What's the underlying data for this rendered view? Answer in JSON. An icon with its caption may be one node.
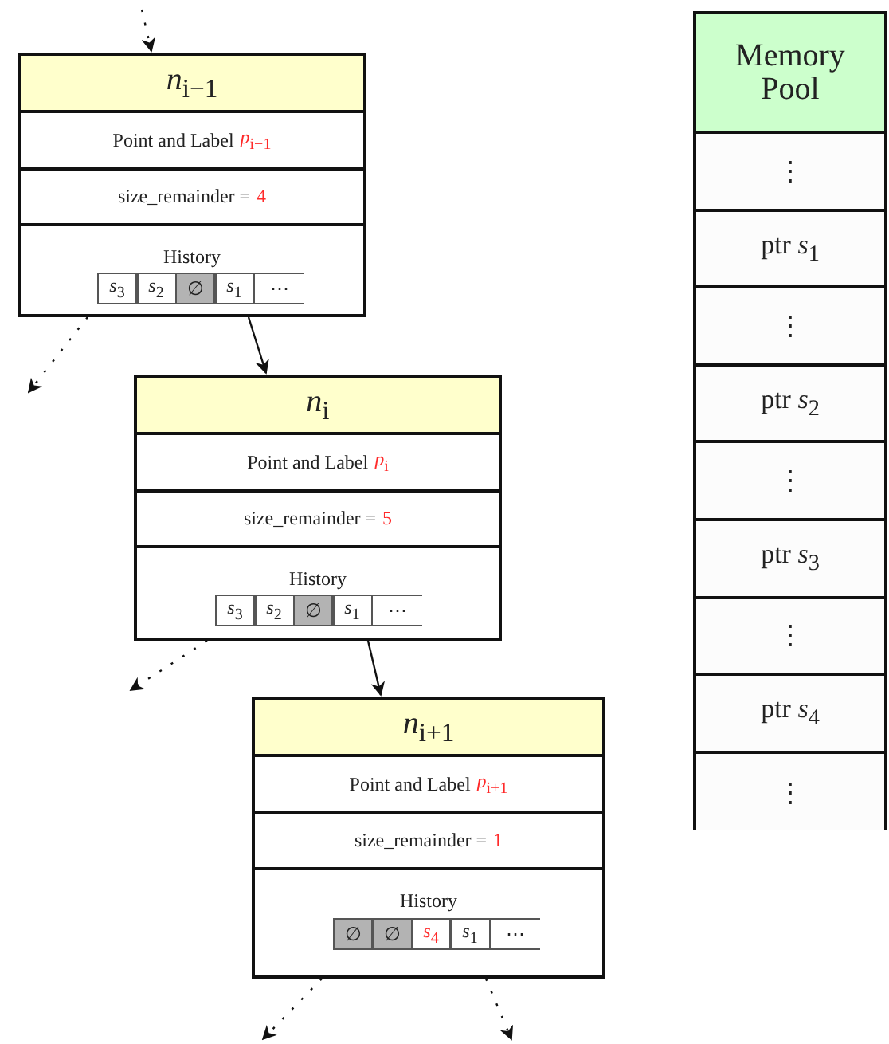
{
  "diagram": {
    "nodes": [
      {
        "text": [],
        "shape": "box"
      },
      {
        "text": [
          "*n*$_{i−1}$"
        ],
        "in": 0
      },
      {
        "text": [
          "Point and Label",
          "*p*$_{i−1}$"
        ],
        "in": 0
      },
      {
        "text": [
          "size_remainder =",
          "4"
        ],
        "in": 0
      },
      {
        "text": [
          "History"
        ],
        "in": 0
      },
      {
        "text": [
          "*s*$_{3}$"
        ],
        "in": 4
      },
      {
        "text": [
          "*s*$_{2}$"
        ],
        "in": 4
      },
      {
        "text": [
          "∅"
        ],
        "in": 4
      },
      {
        "text": [
          "*s*$_{1}$"
        ],
        "in": 4
      },
      {
        "text": [
          "⋯"
        ],
        "in": 4
      },
      {
        "text": [],
        "shape": "box"
      },
      {
        "text": [
          "*n*$_{i}$"
        ],
        "in": 10
      },
      {
        "text": [
          "Point and Label",
          "*p*$_{i}$"
        ],
        "in": 10
      },
      {
        "text": [
          "size_remainder =",
          "5"
        ],
        "in": 10
      },
      {
        "text": [
          "History"
        ],
        "in": 10
      },
      {
        "text": [
          "*s*$_{3}$"
        ],
        "in": 14
      },
      {
        "text": [
          "*s*$_{2}$"
        ],
        "in": 14
      },
      {
        "text": [
          "∅"
        ],
        "in": 14
      },
      {
        "text": [
          "*s*$_{1}$"
        ],
        "in": 14
      },
      {
        "text": [
          "⋯"
        ],
        "in": 14
      },
      {
        "text": [],
        "shape": "box"
      },
      {
        "text": [
          "*n*$_{i+1}$"
        ],
        "in": 20
      },
      {
        "text": [
          "Point and Label",
          "*p*$_{i+1}$"
        ],
        "in": 20
      },
      {
        "text": [
          "size_remainder =",
          "1"
        ],
        "in": 20
      },
      {
        "text": [
          "History"
        ],
        "in": 20
      },
      {
        "text": [
          "∅"
        ],
        "in": 24
      },
      {
        "text": [
          "∅"
        ],
        "in": 24
      },
      {
        "text": [
          "*s*$_{4}$"
        ],
        "in": 24
      },
      {
        "text": [
          "*s*$_{1}$"
        ],
        "in": 24
      },
      {
        "text": [
          "⋯"
        ],
        "in": 24
      },
      {
        "text": [],
        "shape": "box"
      },
      {
        "text": [
          "Memory Pool"
        ],
        "in": 30
      },
      {
        "text": [
          "⋮"
        ],
        "in": 30
      },
      {
        "text": [
          "ptr *s*$_{1}$"
        ],
        "in": 30
      },
      {
        "text": [
          "⋮"
        ],
        "in": 30
      },
      {
        "text": [
          "ptr *s*$_{2}$"
        ],
        "in": 30
      },
      {
        "text": [
          "⋮"
        ],
        "in": 30
      },
      {
        "text": [
          "ptr *s*$_{3}$"
        ],
        "in": 30
      },
      {
        "text": [
          "⋮"
        ],
        "in": 30
      },
      {
        "text": [
          "ptr *s*$_{4}$"
        ],
        "in": 30
      },
      {
        "text": [
          "⋮"
        ],
        "in": 30
      }
    ],
    "edges": [
      {
        "from": null,
        "to": 0,
        "arrow": "to",
        "style": "dashed"
      },
      {
        "from": 0,
        "to": 10,
        "arrow": "to"
      },
      {
        "from": 0,
        "to": null,
        "arrow": "to",
        "style": "dashed"
      },
      {
        "from": 10,
        "to": 20,
        "arrow": "to"
      },
      {
        "from": 10,
        "to": null,
        "arrow": "to",
        "style": "dashed"
      },
      {
        "from": 20,
        "to": null,
        "arrow": "to",
        "style": "dashed"
      },
      {
        "from": 20,
        "to": null,
        "arrow": "to",
        "style": "dashed"
      }
    ]
  }
}
